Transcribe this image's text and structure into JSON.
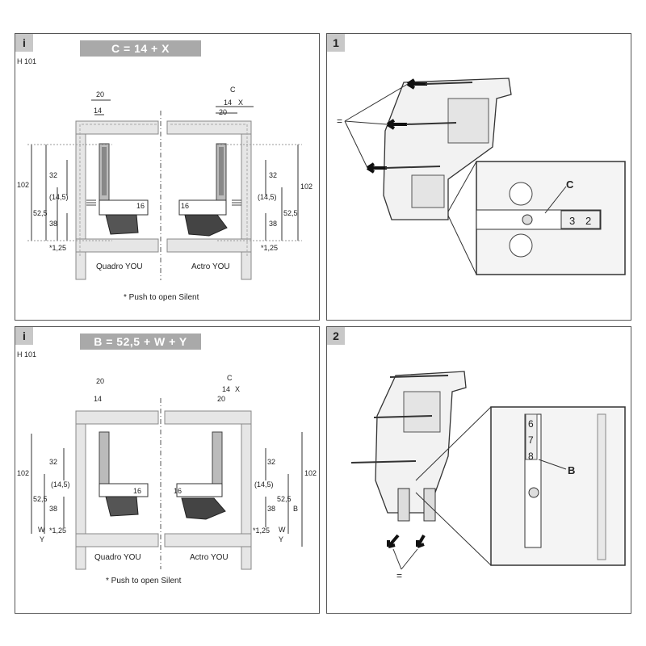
{
  "panels": [
    {
      "tag": "i",
      "formula": "C = 14 + X",
      "model": "H 101",
      "left_label": "Quadro YOU",
      "right_label": "Actro YOU",
      "note": "* Push to open Silent",
      "dims": {
        "d20": "20",
        "d14": "14",
        "dC": "C",
        "dX": "X",
        "d102": "102",
        "d32": "32",
        "d145": "(14,5)",
        "d525": "52,5",
        "d38": "38",
        "d16": "16",
        "d125": "*1,25"
      }
    },
    {
      "tag": "1",
      "callout": "C",
      "equal": "=",
      "scale_digits": [
        "3",
        "2"
      ]
    },
    {
      "tag": "i",
      "formula": "B = 52,5 + W + Y",
      "model": "H 101",
      "left_label": "Quadro YOU",
      "right_label": "Actro YOU",
      "note": "* Push to open Silent",
      "dims": {
        "d20": "20",
        "d14": "14",
        "dC": "C",
        "dX": "X",
        "d102": "102",
        "d32": "32",
        "d145": "(14,5)",
        "d525": "52,5",
        "d38": "38",
        "d16": "16",
        "d125": "*1,25",
        "dW": "W",
        "dY": "Y",
        "dB": "B"
      }
    },
    {
      "tag": "2",
      "callout": "B",
      "equal": "=",
      "scale_digits": [
        "6",
        "7",
        "8"
      ]
    }
  ]
}
